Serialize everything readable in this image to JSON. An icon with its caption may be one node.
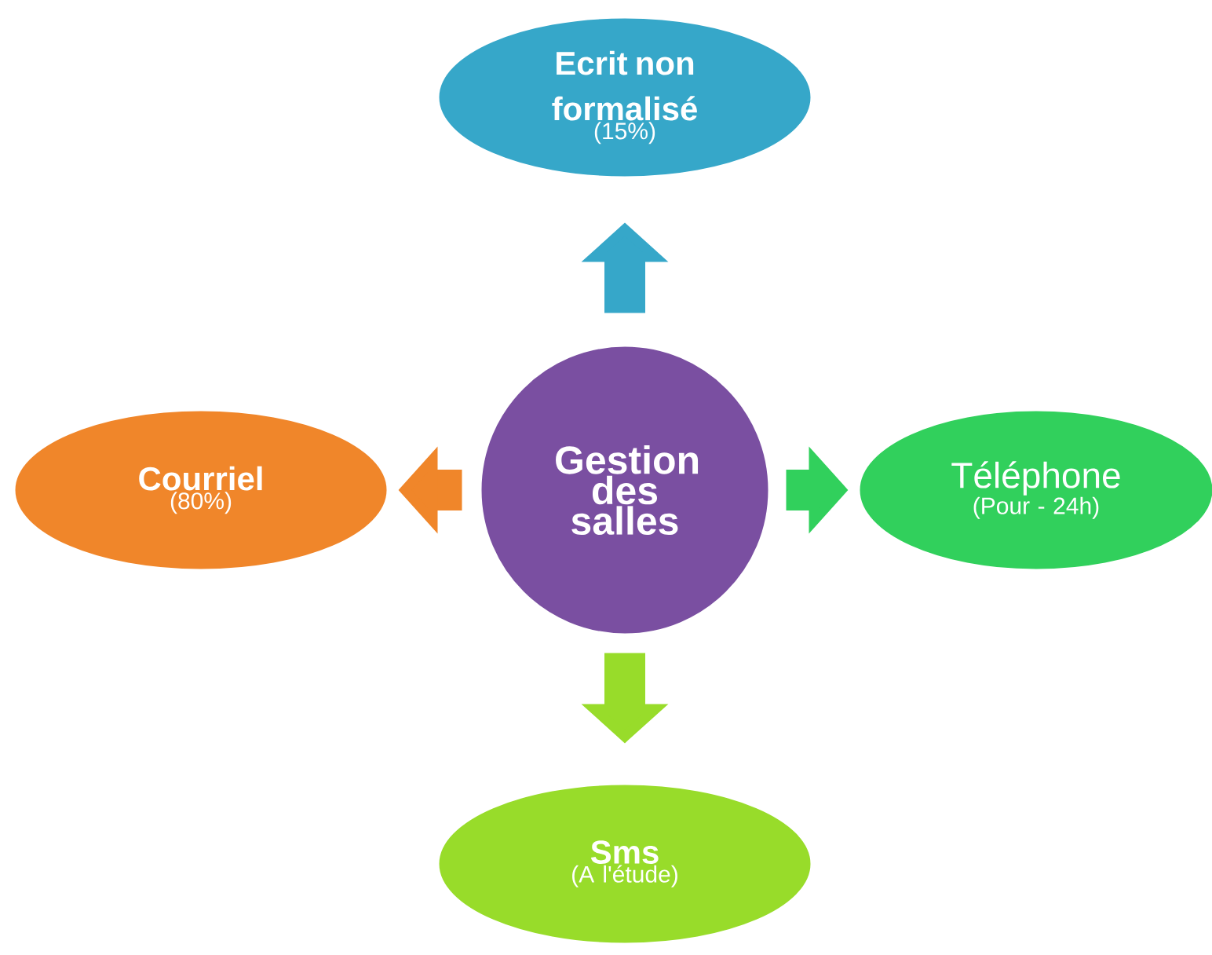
{
  "diagram": {
    "nodes": [
      {
        "text": [
          "Gestion des salles"
        ]
      },
      {
        "text": [
          "Ecrit non formalisé",
          "(15%)"
        ]
      },
      {
        "text": [
          "Courriel",
          "(80%)"
        ]
      },
      {
        "text": [
          "Téléphone",
          "(Pour - 24h)"
        ]
      },
      {
        "text": [
          "Sms",
          "(A l'étude)"
        ]
      }
    ],
    "edges": [
      {
        "from": 0,
        "to": 1,
        "arrow": "to",
        "color": "#36a7c9"
      },
      {
        "from": 0,
        "to": 2,
        "arrow": "to",
        "color": "#f0862a"
      },
      {
        "from": 0,
        "to": 3,
        "arrow": "to",
        "color": "#31d05c"
      },
      {
        "from": 0,
        "to": 4,
        "arrow": "to",
        "color": "#98dc2a"
      }
    ]
  }
}
